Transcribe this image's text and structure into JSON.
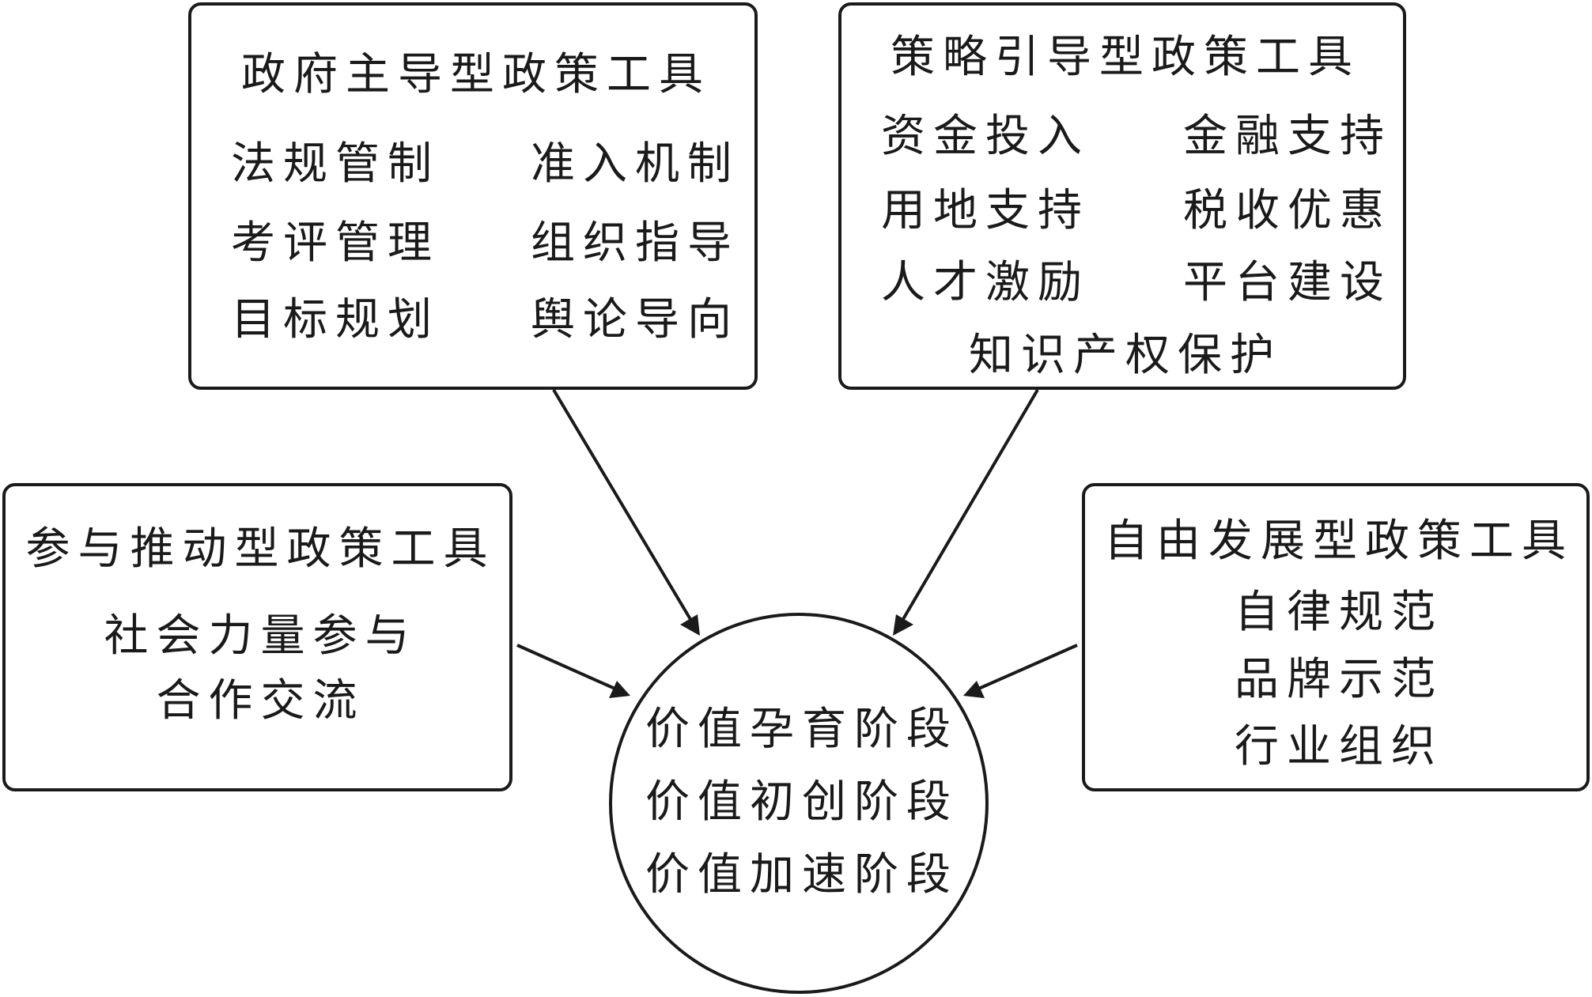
{
  "government": {
    "title": "政府主导型政策工具",
    "items": [
      "法规管制",
      "准入机制",
      "考评管理",
      "组织指导",
      "目标规划",
      "舆论导向"
    ]
  },
  "strategy": {
    "title": "策略引导型政策工具",
    "items": [
      "资金投入",
      "金融支持",
      "用地支持",
      "税收优惠",
      "人才激励",
      "平台建设"
    ],
    "last": "知识产权保护"
  },
  "participation": {
    "title": "参与推动型政策工具",
    "items": [
      "社会力量参与",
      "合作交流"
    ]
  },
  "free": {
    "title": "自由发展型政策工具",
    "items": [
      "自律规范",
      "品牌示范",
      "行业组织"
    ]
  },
  "center": {
    "stages": [
      "价值孕育阶段",
      "价值初创阶段",
      "价值加速阶段"
    ]
  },
  "colors": {
    "stroke": "#1a1a1a",
    "background": "#ffffff"
  }
}
